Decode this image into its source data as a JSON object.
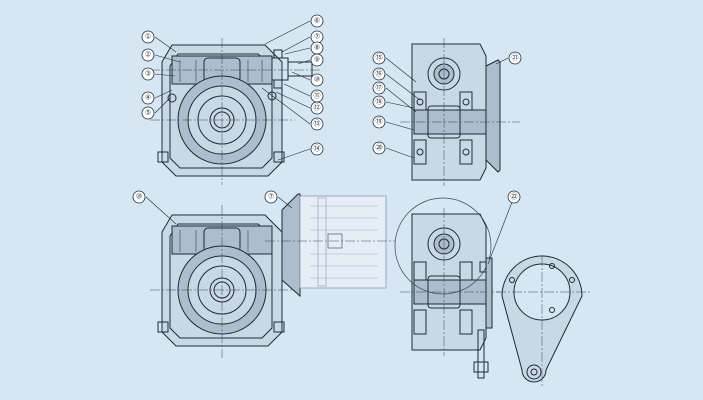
{
  "callouts": [
    {
      "id": "c1",
      "label": "①"
    },
    {
      "id": "c2",
      "label": "②"
    },
    {
      "id": "c3",
      "label": "③"
    },
    {
      "id": "c4",
      "label": "④"
    },
    {
      "id": "c5",
      "label": "⑤"
    },
    {
      "id": "c6",
      "label": "⑥"
    },
    {
      "id": "c7",
      "label": "⑦"
    },
    {
      "id": "c8",
      "label": "⑧"
    },
    {
      "id": "c9",
      "label": "⑨"
    },
    {
      "id": "c10",
      "label": "⑩"
    },
    {
      "id": "c11",
      "label": "⑪"
    },
    {
      "id": "c12",
      "label": "⑫"
    },
    {
      "id": "c13",
      "label": "⑬"
    },
    {
      "id": "c14",
      "label": "⑭"
    },
    {
      "id": "c15",
      "label": "⑮"
    },
    {
      "id": "c16",
      "label": "⑯"
    },
    {
      "id": "c17",
      "label": "⑰"
    },
    {
      "id": "c18",
      "label": "⑱"
    },
    {
      "id": "c19",
      "label": "⑲"
    },
    {
      "id": "c20",
      "label": "⑳"
    },
    {
      "id": "c21",
      "label": "㉑"
    },
    {
      "id": "c10b",
      "label": "⑩"
    },
    {
      "id": "c7b",
      "label": "⑦"
    },
    {
      "id": "c22",
      "label": "㉒"
    }
  ]
}
